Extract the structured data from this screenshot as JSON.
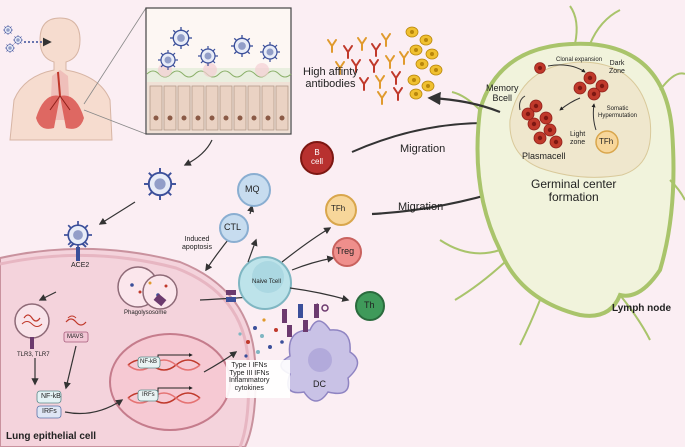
{
  "labels": {
    "high_affinity": "High affinty\nantibodies",
    "memory_bcell": "Memory\nBcell",
    "clonal_expansion": "Clonal expansion",
    "dark_zone": "Dark\nZone",
    "somatic_hypermutation": "Somatic\nHypermutation",
    "light_zone": "Light\nzone",
    "plasmacell": "Plasmacell",
    "tfh_gc": "TFh",
    "germinal_center": "Germinal center\nformation",
    "migration_top": "Migration",
    "migration_bottom": "Migration",
    "b_cell": "B\ncell",
    "tfh": "TFh",
    "treg": "Treg",
    "th": "Th",
    "mq": "MQ",
    "ctl": "CTL",
    "induced_apoptosis": "Induced\napoptosis",
    "naive_tcell": "Naive Tcell",
    "dc": "DC",
    "ace2": "ACE2",
    "tlr": "TLR3, TLR7",
    "mavs": "MAVS",
    "nfkb_left": "NF-kB",
    "irfs_left": "IRFs",
    "nfkb_nucleus": "NF-kB",
    "irfs_nucleus": "IRFs",
    "phagolysosome": "Phagolysosome",
    "ifn_list": "Type I IFNs\nType III IFNs\nInflammatory\ncytokines",
    "lung_epithelial": "Lung epithelial cell",
    "lymph_node": "Lymph node"
  },
  "colors": {
    "background": "#fbeef3",
    "lymph_node_fill": "#f1f3dc",
    "lymph_node_border": "#a9c46b",
    "b_cell": "#b8312f",
    "tfh": "#f7d69a",
    "treg": "#ef8f8c",
    "th": "#3f9a5a",
    "mq": "#c7dcef",
    "ctl": "#c7dcef",
    "naive_tcell": "#bde3ea",
    "dc": "#c9c2e6",
    "antibody_orange": "#e09a2d",
    "antibody_red": "#c0392b",
    "virus": "#3b4f9a",
    "arrow": "#333333"
  }
}
